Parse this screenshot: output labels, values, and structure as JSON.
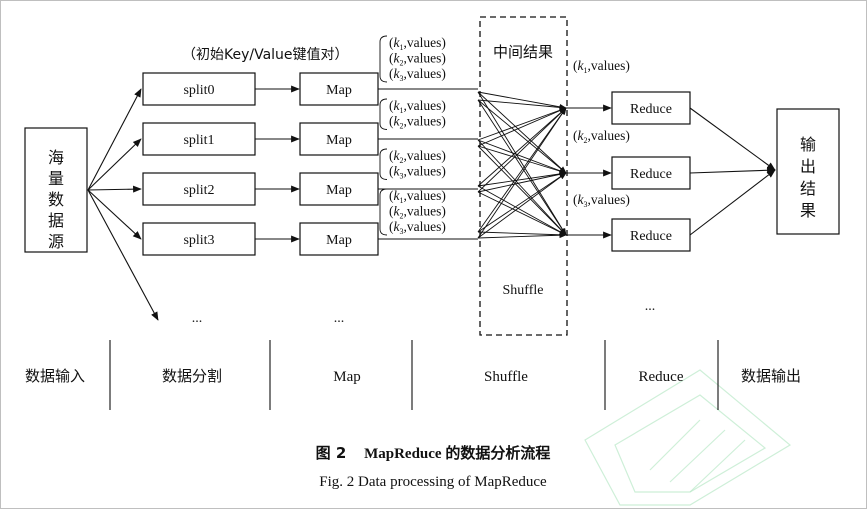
{
  "source_label": "海量数据源",
  "initial_label": "（初始Key/Value键值对）",
  "intermediate_label": "中间结果",
  "output_label": "输出结果",
  "shuffle_label": "Shuffle",
  "splits": [
    "split0",
    "split1",
    "split2",
    "split3"
  ],
  "map_label": "Map",
  "reduce_label": "Reduce",
  "ellipsis": "...",
  "map_outputs": [
    [
      {
        "k": "k",
        "sub": "1",
        "v": ",values)"
      },
      {
        "k": "k",
        "sub": "2",
        "v": ",values)"
      },
      {
        "k": "k",
        "sub": "3",
        "v": ",values)"
      }
    ],
    [
      {
        "k": "k",
        "sub": "1",
        "v": ",values)"
      },
      {
        "k": "k",
        "sub": "2",
        "v": ",values)"
      }
    ],
    [
      {
        "k": "k",
        "sub": "2",
        "v": ",values)"
      },
      {
        "k": "k",
        "sub": "3",
        "v": ",values)"
      }
    ],
    [
      {
        "k": "k",
        "sub": "1",
        "v": ",values)"
      },
      {
        "k": "k",
        "sub": "2",
        "v": ",values)"
      },
      {
        "k": "k",
        "sub": "3",
        "v": ",values)"
      }
    ]
  ],
  "reduce_inputs": [
    {
      "k": "k",
      "sub": "1",
      "v": ",values)"
    },
    {
      "k": "k",
      "sub": "2",
      "v": ",values)"
    },
    {
      "k": "k",
      "sub": "3",
      "v": ",values)"
    }
  ],
  "stages": [
    "数据输入",
    "数据分割",
    "Map",
    "Shuffle",
    "Reduce",
    "数据输出"
  ],
  "caption": {
    "cn_prefix": "图 2",
    "cn_bold": "MapReduce",
    "cn_rest": "的数据分析流程",
    "en": "Fig. 2    Data processing of MapReduce"
  }
}
